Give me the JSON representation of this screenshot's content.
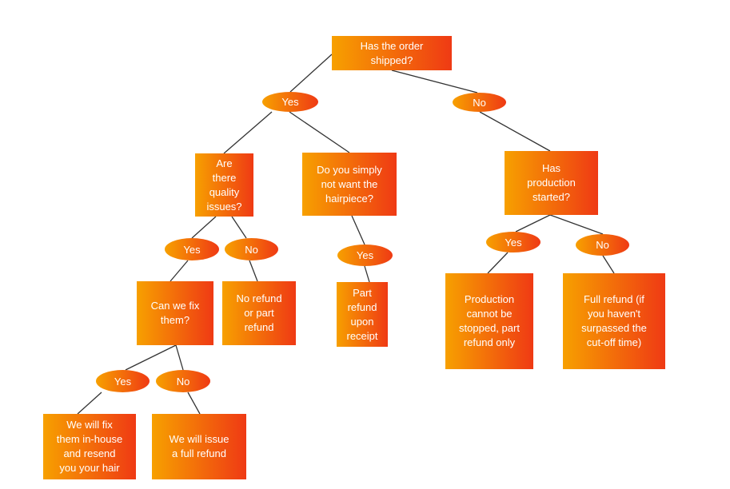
{
  "colors": {
    "grad_start": "#f7a000",
    "grad_end": "#ef3a14",
    "line": "#333333"
  },
  "nodes": {
    "q_shipped": "Has the order\nshipped?",
    "q_quality": "Are\nthere\nquality\nissues?",
    "q_dontwant": "Do you simply\nnot want the\nhairpiece?",
    "q_production": "Has\nproduction\nstarted?",
    "q_fix": "Can we fix\nthem?",
    "r_no_refund": "No refund\nor part\nrefund",
    "r_part_receipt": "Part\nrefund\nupon\nreceipt",
    "r_prod_stop": "Production\ncannot be\nstopped, part\nrefund only",
    "r_full_cutoff": "Full refund (if\nyou haven't\nsurpassed the\ncut-off time)",
    "r_fix_inhouse": "We will fix\nthem in-house\nand resend\nyou your hair",
    "r_full_refund": "We will issue\na full refund"
  },
  "labels": {
    "shipped_yes": "Yes",
    "shipped_no": "No",
    "quality_yes": "Yes",
    "quality_no": "No",
    "dontwant_yes": "Yes",
    "production_yes": "Yes",
    "production_no": "No",
    "fix_yes": "Yes",
    "fix_no": "No"
  }
}
